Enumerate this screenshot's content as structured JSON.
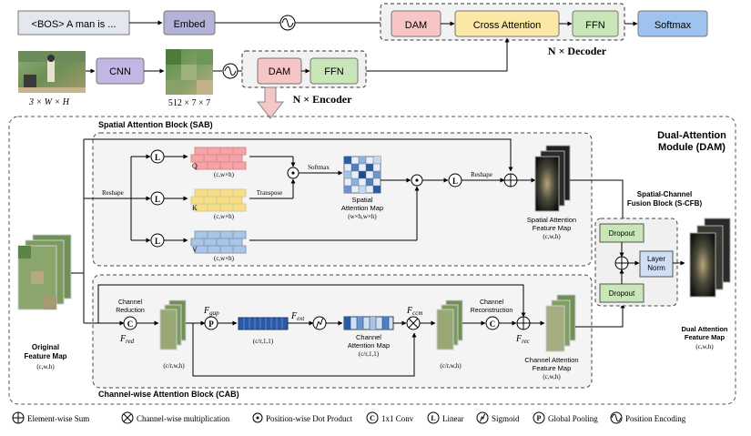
{
  "top_pipeline": {
    "input_text": "<BOS> A man is ...",
    "embed": "Embed",
    "dam": "DAM",
    "cross_attention": "Cross Attention",
    "ffn": "FFN",
    "softmax": "Softmax",
    "decoder_label": "N × Decoder",
    "cnn": "CNN",
    "enc_dam": "DAM",
    "enc_ffn": "FFN",
    "encoder_label": "N × Encoder",
    "image_dims": "3 × W × H",
    "feature_dims": "512 × 7 × 7"
  },
  "dam_module": {
    "title_line1": "Dual-Attention",
    "title_line2": "Module (DAM)",
    "sab_title": "Spatial Attention Block (SAB)",
    "cab_title": "Channel-wise Attention Block (CAB)",
    "scfb_line1": "Spatial-Channel",
    "scfb_line2": "Fusion Block (S-CFB)",
    "original_fm_line1": "Original",
    "original_fm_line2": "Feature Map",
    "original_fm_dims": "(c,w,h)",
    "reshape_left": "Reshape",
    "q": "Q",
    "k": "K",
    "v": "V",
    "q_dims": "(c,w×h)",
    "k_dims": "(c,w×h)",
    "v_dims": "(c,w×h)",
    "softmax": "Softmax",
    "transpose": "Transpose",
    "sam_line1": "Spatial",
    "sam_line2": "Attention Map",
    "sam_dims": "(w×h,w×h)",
    "reshape_right": "Reshape",
    "safm_line1": "Spatial Attention",
    "safm_line2": "Feature Map",
    "safm_dims": "(c,w,h)",
    "dropout_top": "Dropout",
    "dropout_bottom": "Dropout",
    "layer_norm_line1": "Layer",
    "layer_norm_line2": "Norm",
    "dafm_line1": "Dual Attention",
    "dafm_line2": "Feature Map",
    "dafm_dims": "(c,w,h)",
    "channel_reduction_line1": "Channel",
    "channel_reduction_line2": "Reduction",
    "f_red": "F",
    "f_red_sub": "red",
    "f_gap": "F",
    "f_gap_sub": "gap",
    "f_ext": "F",
    "f_ext_sub": "ext",
    "f_ccm": "F",
    "f_ccm_sub": "ccm",
    "f_rec": "F",
    "f_rec_sub": "rec",
    "cr_dims": "(c/r,w,h)",
    "gap_dims": "(c/r,1,1)",
    "cam_line1": "Channel",
    "cam_line2": "Attention Map",
    "cam_dims": "(c/r,1,1)",
    "ccm_dims": "(c/r,w,h)",
    "channel_reconstruction_line1": "Channel",
    "channel_reconstruction_line2": "Reconstruction",
    "cafm_line1": "Channel Attention",
    "cafm_line2": "Feature Map",
    "cafm_dims": "(c,w,h)"
  },
  "legend": [
    {
      "symbol": "sum",
      "text": "Element-wise Sum"
    },
    {
      "symbol": "mult",
      "text": "Channel-wise multiplication"
    },
    {
      "symbol": "dot",
      "text": "Position-wise Dot Product"
    },
    {
      "symbol": "C",
      "text": "1x1 Conv"
    },
    {
      "symbol": "L",
      "text": "Linear"
    },
    {
      "symbol": "sigmoid",
      "text": "Sigmoid"
    },
    {
      "symbol": "P",
      "text": "Global Pooling"
    },
    {
      "symbol": "pe",
      "text": "Position Encoding"
    }
  ],
  "colors": {
    "embed": "#b3b3d9",
    "cnn": "#c3b6e2",
    "dam": "#f6c5c5",
    "cross_attention": "#fbe7a6",
    "ffn": "#c9e6b9",
    "softmax": "#9fc3ef",
    "input": "#e3e8ef",
    "dropout": "#c9e6b9",
    "layer_norm": "#cfe0f5",
    "q_grid": "#f4a3a9",
    "k_grid": "#f9dd84",
    "v_grid": "#a8c6ea",
    "cab_bar": "#2b5aa6"
  }
}
